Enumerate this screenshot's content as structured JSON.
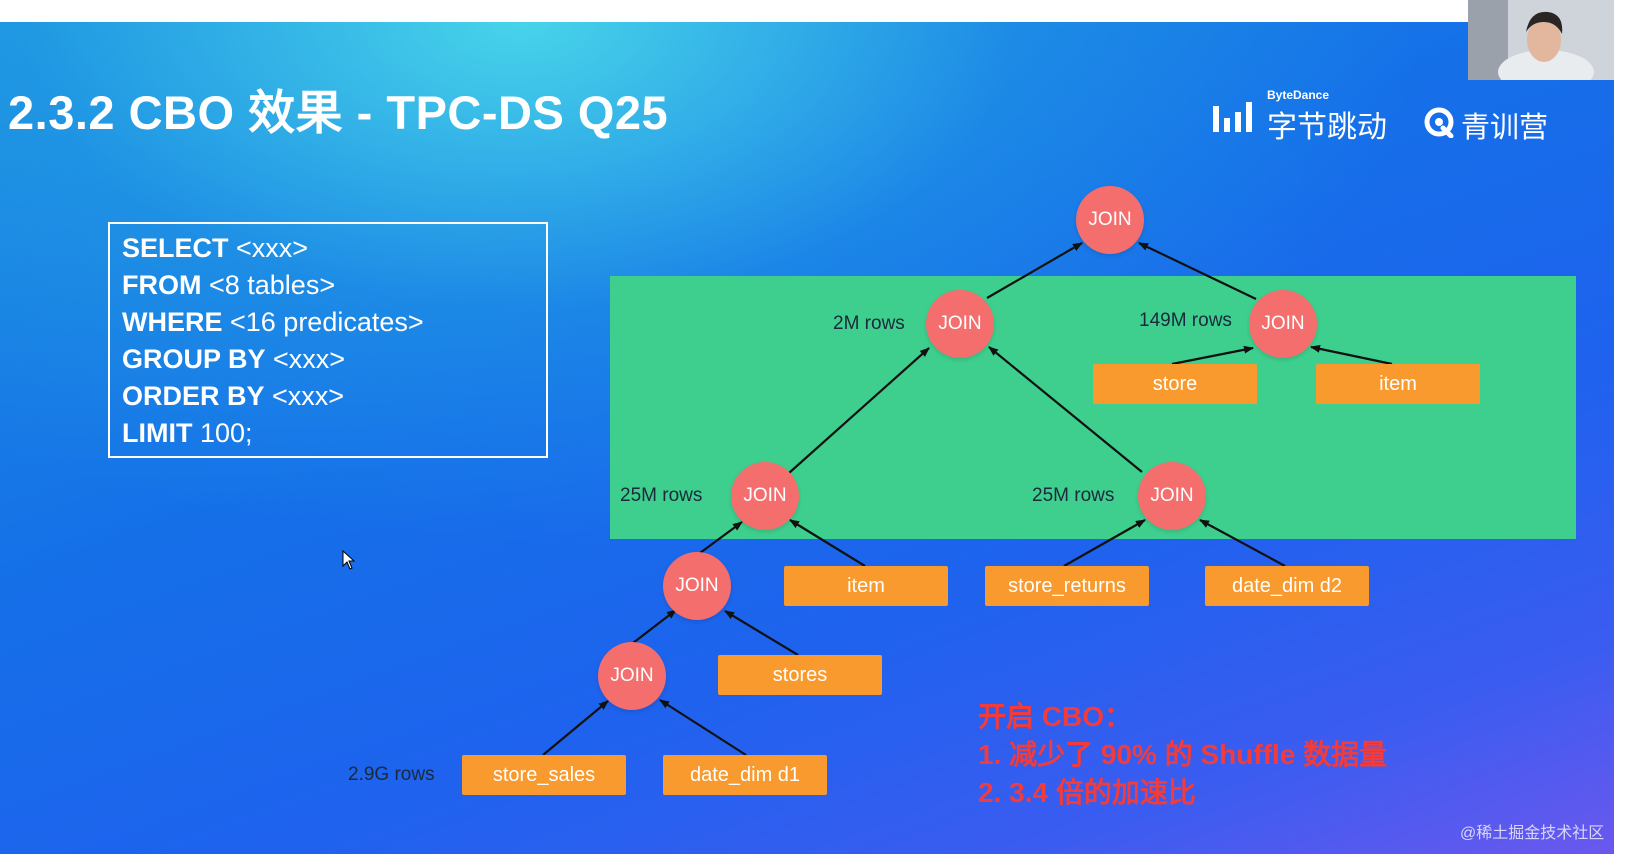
{
  "slide": {
    "title": "2.3.2 CBO 效果 - TPC-DS Q25"
  },
  "logos": {
    "bytedance_small": "ByteDance",
    "bytedance_cn": "字节跳动",
    "camp_cn": "青训营"
  },
  "sql": {
    "lines": [
      {
        "kw": "SELECT",
        "rest": " <xxx>"
      },
      {
        "kw": "FROM",
        "rest": " <8 tables>"
      },
      {
        "kw": "WHERE",
        "rest": " <16 predicates>"
      },
      {
        "kw": "GROUP BY",
        "rest": " <xxx>"
      },
      {
        "kw": "ORDER BY",
        "rest": " <xxx>"
      },
      {
        "kw": "LIMIT",
        "rest": " 100;"
      }
    ]
  },
  "tree": {
    "join_label": "JOIN",
    "tables": {
      "store": "store",
      "item_top": "item",
      "item_mid": "item",
      "store_returns": "store_returns",
      "date_dim_d2": "date_dim d2",
      "stores": "stores",
      "store_sales": "store_sales",
      "date_dim_d1": "date_dim d1"
    },
    "row_labels": {
      "left_mid": "2M rows",
      "right_mid": "149M rows",
      "left_low": "25M rows",
      "right_low": "25M rows",
      "bottom": "2.9G rows"
    }
  },
  "cbo_note": {
    "heading": "开启 CBO：",
    "item1": "1.  减少了 90% 的 Shuffle 数据量",
    "item2": "2.  3.4 倍的加速比"
  },
  "watermark": "@稀土掘金技术社区",
  "colors": {
    "join_node": "#f56e6e",
    "table_box": "#f89a2e",
    "highlight_panel": "#3ecf8e",
    "note_text": "#f23b3b"
  }
}
